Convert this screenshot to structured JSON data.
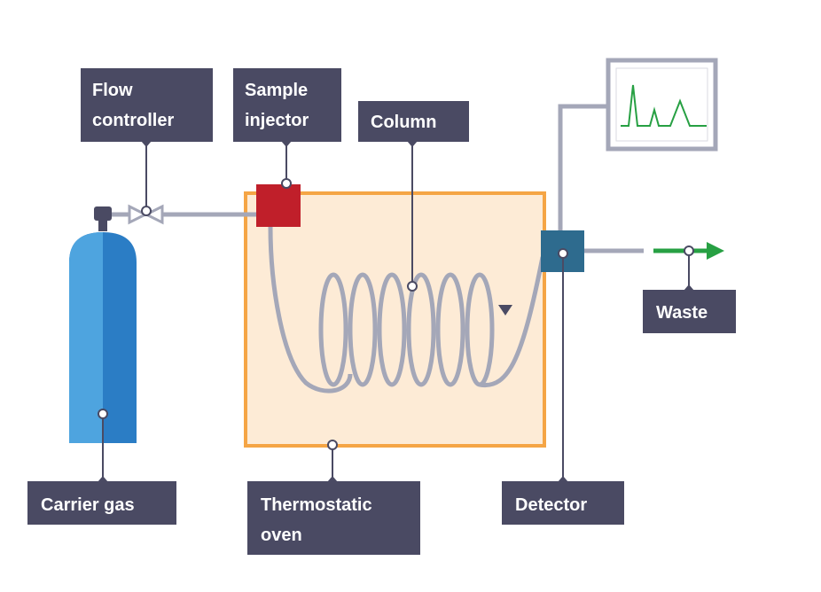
{
  "labels": {
    "flow_controller": [
      "Flow",
      "controller"
    ],
    "sample_injector": [
      "Sample",
      "injector"
    ],
    "column": "Column",
    "waste": "Waste",
    "carrier_gas": "Carrier gas",
    "thermostatic_oven": [
      "Thermostatic",
      "oven"
    ],
    "detector": "Detector"
  },
  "colors": {
    "label_bg": "#4a4a63",
    "label_text": "#ffffff",
    "pipe": "#a4a7b8",
    "cylinder_light": "#4ea4df",
    "cylinder_dark": "#2b7dc5",
    "valve_cap": "#4a4a63",
    "oven_fill": "#fdebd6",
    "oven_border": "#f5a545",
    "injector": "#c01f2a",
    "detector": "#2e6b8e",
    "monitor_frame": "#a4a7b8",
    "trace": "#27a043",
    "waste_arrow": "#27a043",
    "leader": "#4a4a63"
  },
  "icons": [
    "gas-cylinder-icon",
    "valve-icon",
    "monitor-icon",
    "arrow-right-icon"
  ]
}
